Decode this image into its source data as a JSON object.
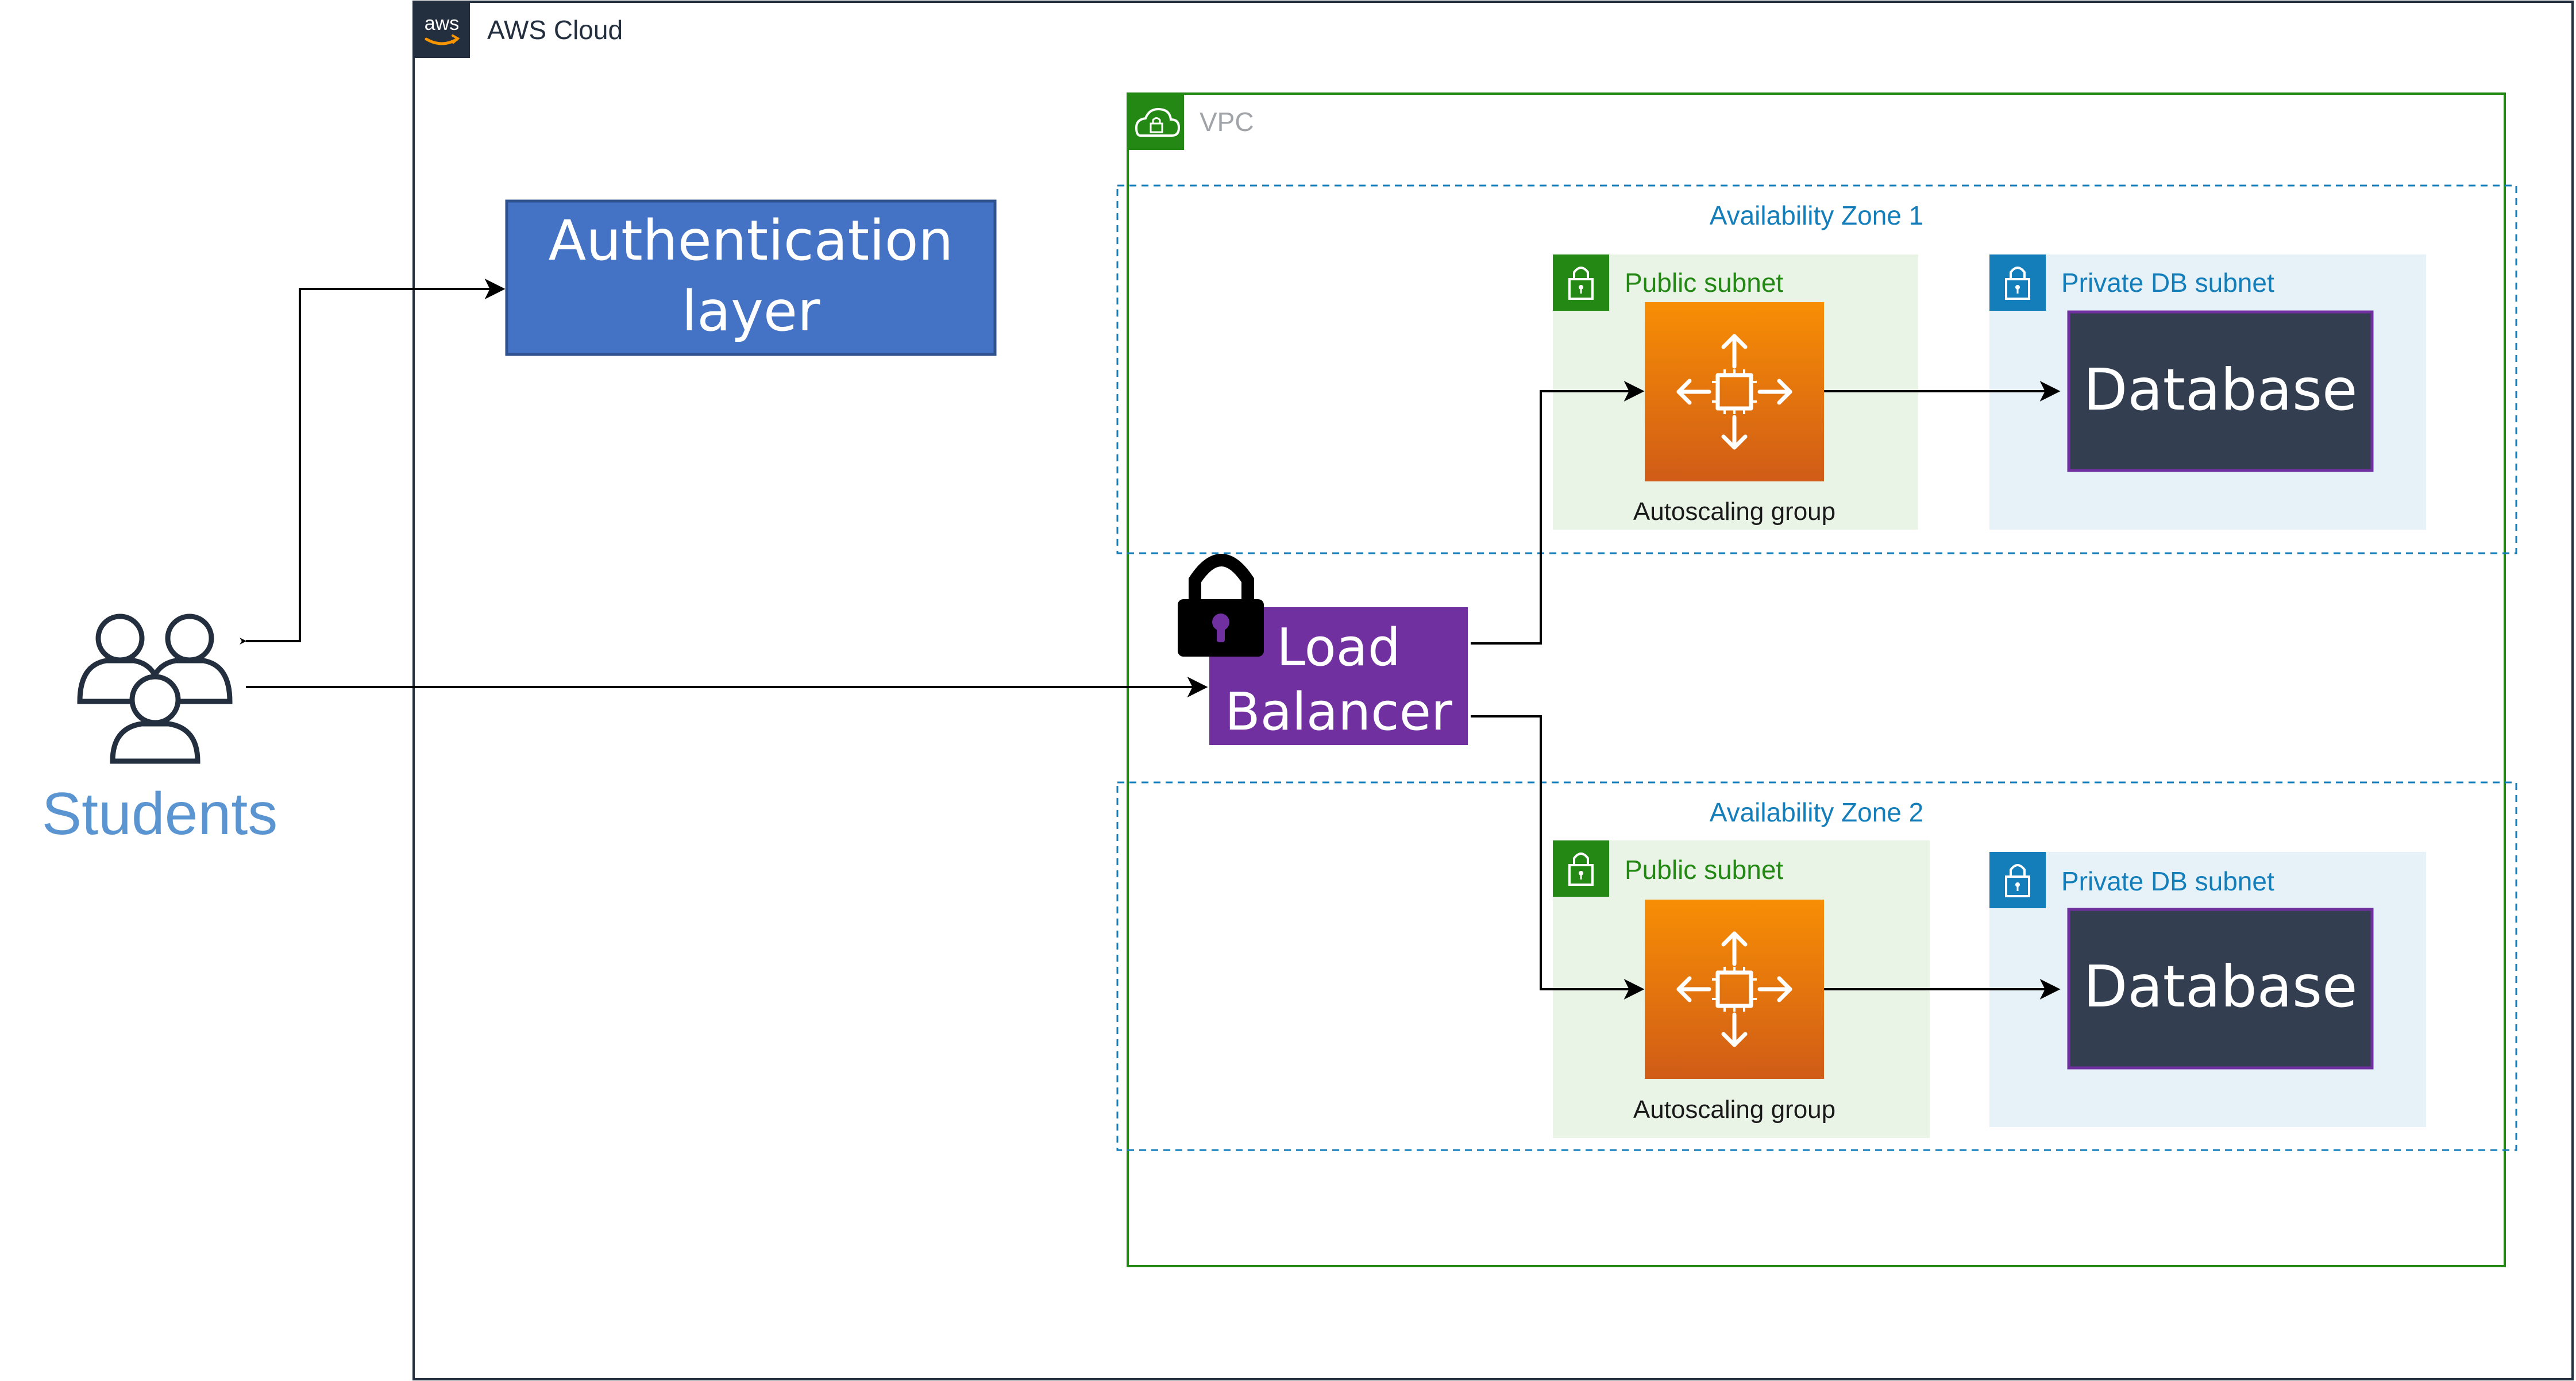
{
  "students": {
    "label": "Students",
    "color": "#5b95d1",
    "icon": "users-icon"
  },
  "aws_cloud": {
    "label": "AWS Cloud",
    "logo_text": "aws",
    "border_color": "#232f3e"
  },
  "auth": {
    "label_line1": "Authentication",
    "label_line2": "layer",
    "fill": "#4472c4"
  },
  "vpc": {
    "label": "VPC",
    "border_color": "#248814",
    "icon": "cloud-lock-icon"
  },
  "load_balancer": {
    "label_line1": "Load",
    "label_line2": "Balancer",
    "fill": "#7030a0",
    "icon": "padlock-icon"
  },
  "zones": [
    {
      "label": "Availability Zone 1",
      "public_subnet": {
        "label": "Public subnet",
        "icon": "lock-icon"
      },
      "autoscaling": {
        "label": "Autoscaling group",
        "icon": "autoscaling-chip-icon"
      },
      "private_subnet": {
        "label": "Private DB subnet",
        "icon": "lock-icon"
      },
      "database": {
        "label": "Database"
      }
    },
    {
      "label": "Availability Zone 2",
      "public_subnet": {
        "label": "Public subnet",
        "icon": "lock-icon"
      },
      "autoscaling": {
        "label": "Autoscaling group",
        "icon": "autoscaling-chip-icon"
      },
      "private_subnet": {
        "label": "Private DB subnet",
        "icon": "lock-icon"
      },
      "database": {
        "label": "Database"
      }
    }
  ],
  "colors": {
    "zone_border": "#147eba",
    "public_subnet_fill": "#e9f3e6",
    "public_subnet_text": "#248814",
    "private_subnet_fill": "#e6f2f8",
    "private_subnet_text": "#147eba",
    "autoscaling_top": "#f78e04",
    "autoscaling_bottom": "#d05c17",
    "database_fill": "#333f50",
    "database_border": "#7030a0"
  }
}
